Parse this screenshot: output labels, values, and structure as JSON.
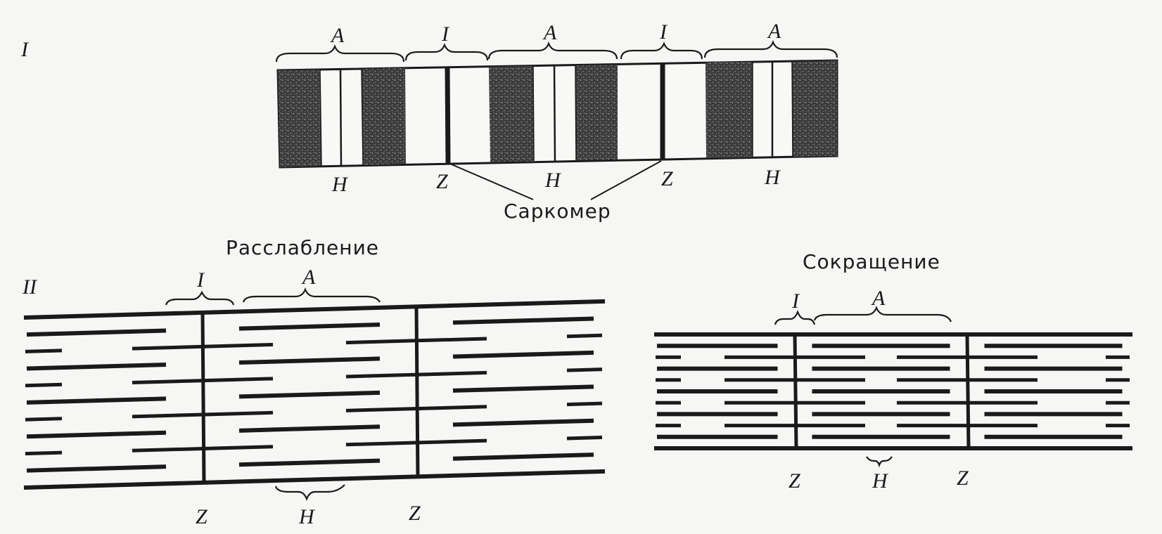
{
  "section_I": {
    "roman": "I",
    "top_labels": [
      "A",
      "I",
      "A",
      "I",
      "A"
    ],
    "bottom_labels": {
      "h1": "H",
      "z1": "Z",
      "h2": "H",
      "z2": "Z",
      "h3": "H"
    },
    "sarcomere_label": "Саркомер"
  },
  "section_II": {
    "roman": "II",
    "relaxed": {
      "title": "Расслабление",
      "brace_i": "I",
      "brace_a": "A",
      "z_left": "Z",
      "h": "H",
      "z_right": "Z"
    },
    "contracted": {
      "title": "Сокращение",
      "brace_i": "I",
      "brace_a": "A",
      "z_left": "Z",
      "h": "H",
      "z_right": "Z"
    }
  }
}
